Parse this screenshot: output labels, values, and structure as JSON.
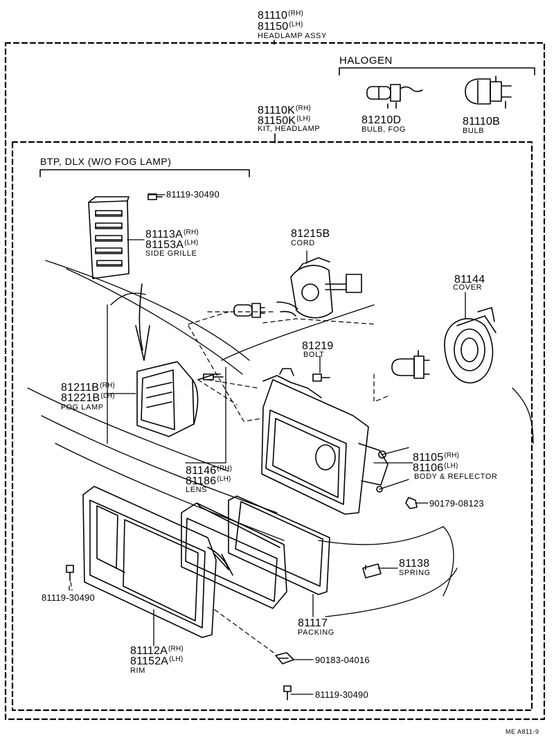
{
  "headlamp_assy": {
    "rh": "81110",
    "rh_sfx": "(RH)",
    "lh": "81150",
    "lh_sfx": "(LH)",
    "desc": "HEADLAMP ASSY"
  },
  "halogen": "HALOGEN",
  "bulb_fog": {
    "pn": "81210D",
    "desc": "BULB, FOG"
  },
  "bulb": {
    "pn": "81110B",
    "desc": "BULB"
  },
  "kit_headlamp": {
    "rh": "81110K",
    "rh_sfx": "(RH)",
    "lh": "81150K",
    "lh_sfx": "(LH)",
    "desc": "KIT, HEADLAMP"
  },
  "variant": "BTP, DLX (W/O  FOG  LAMP)",
  "screw_top": "81119-30490",
  "side_grille": {
    "rh": "81113A",
    "rh_sfx": "(RH)",
    "lh": "81153A",
    "lh_sfx": "(LH)",
    "desc": "SIDE GRILLE"
  },
  "cord": {
    "pn": "81215B",
    "desc": "CORD"
  },
  "cover": {
    "pn": "81144",
    "desc": "COVER"
  },
  "bolt": {
    "pn": "81219",
    "desc": "BOLT"
  },
  "fog_lamp": {
    "rh": "81211B",
    "rh_sfx": "(RH)",
    "lh": "81221B",
    "lh_sfx": "(LH)",
    "desc": "FOG LAMP"
  },
  "body_reflector": {
    "rh": "81105",
    "rh_sfx": "(RH)",
    "lh": "81106",
    "lh_sfx": "(LH)",
    "desc": "BODY & REFLECTOR"
  },
  "lens": {
    "rh": "81146",
    "rh_sfx": "(RH)",
    "lh": "81186",
    "lh_sfx": "(LH)",
    "desc": "LENS"
  },
  "nut": "90179-08123",
  "spring": {
    "pn": "81138",
    "desc": "SPRING"
  },
  "screw_left": "81119-30490",
  "packing": {
    "pn": "81117",
    "desc": "PACKING"
  },
  "rim": {
    "rh": "81112A",
    "rh_sfx": "(RH)",
    "lh": "81152A",
    "lh_sfx": "(LH)",
    "desc": "RIM"
  },
  "clip": "90183-04016",
  "screw_bottom": "81119-30490",
  "drawing_code": "ME  A811-9"
}
